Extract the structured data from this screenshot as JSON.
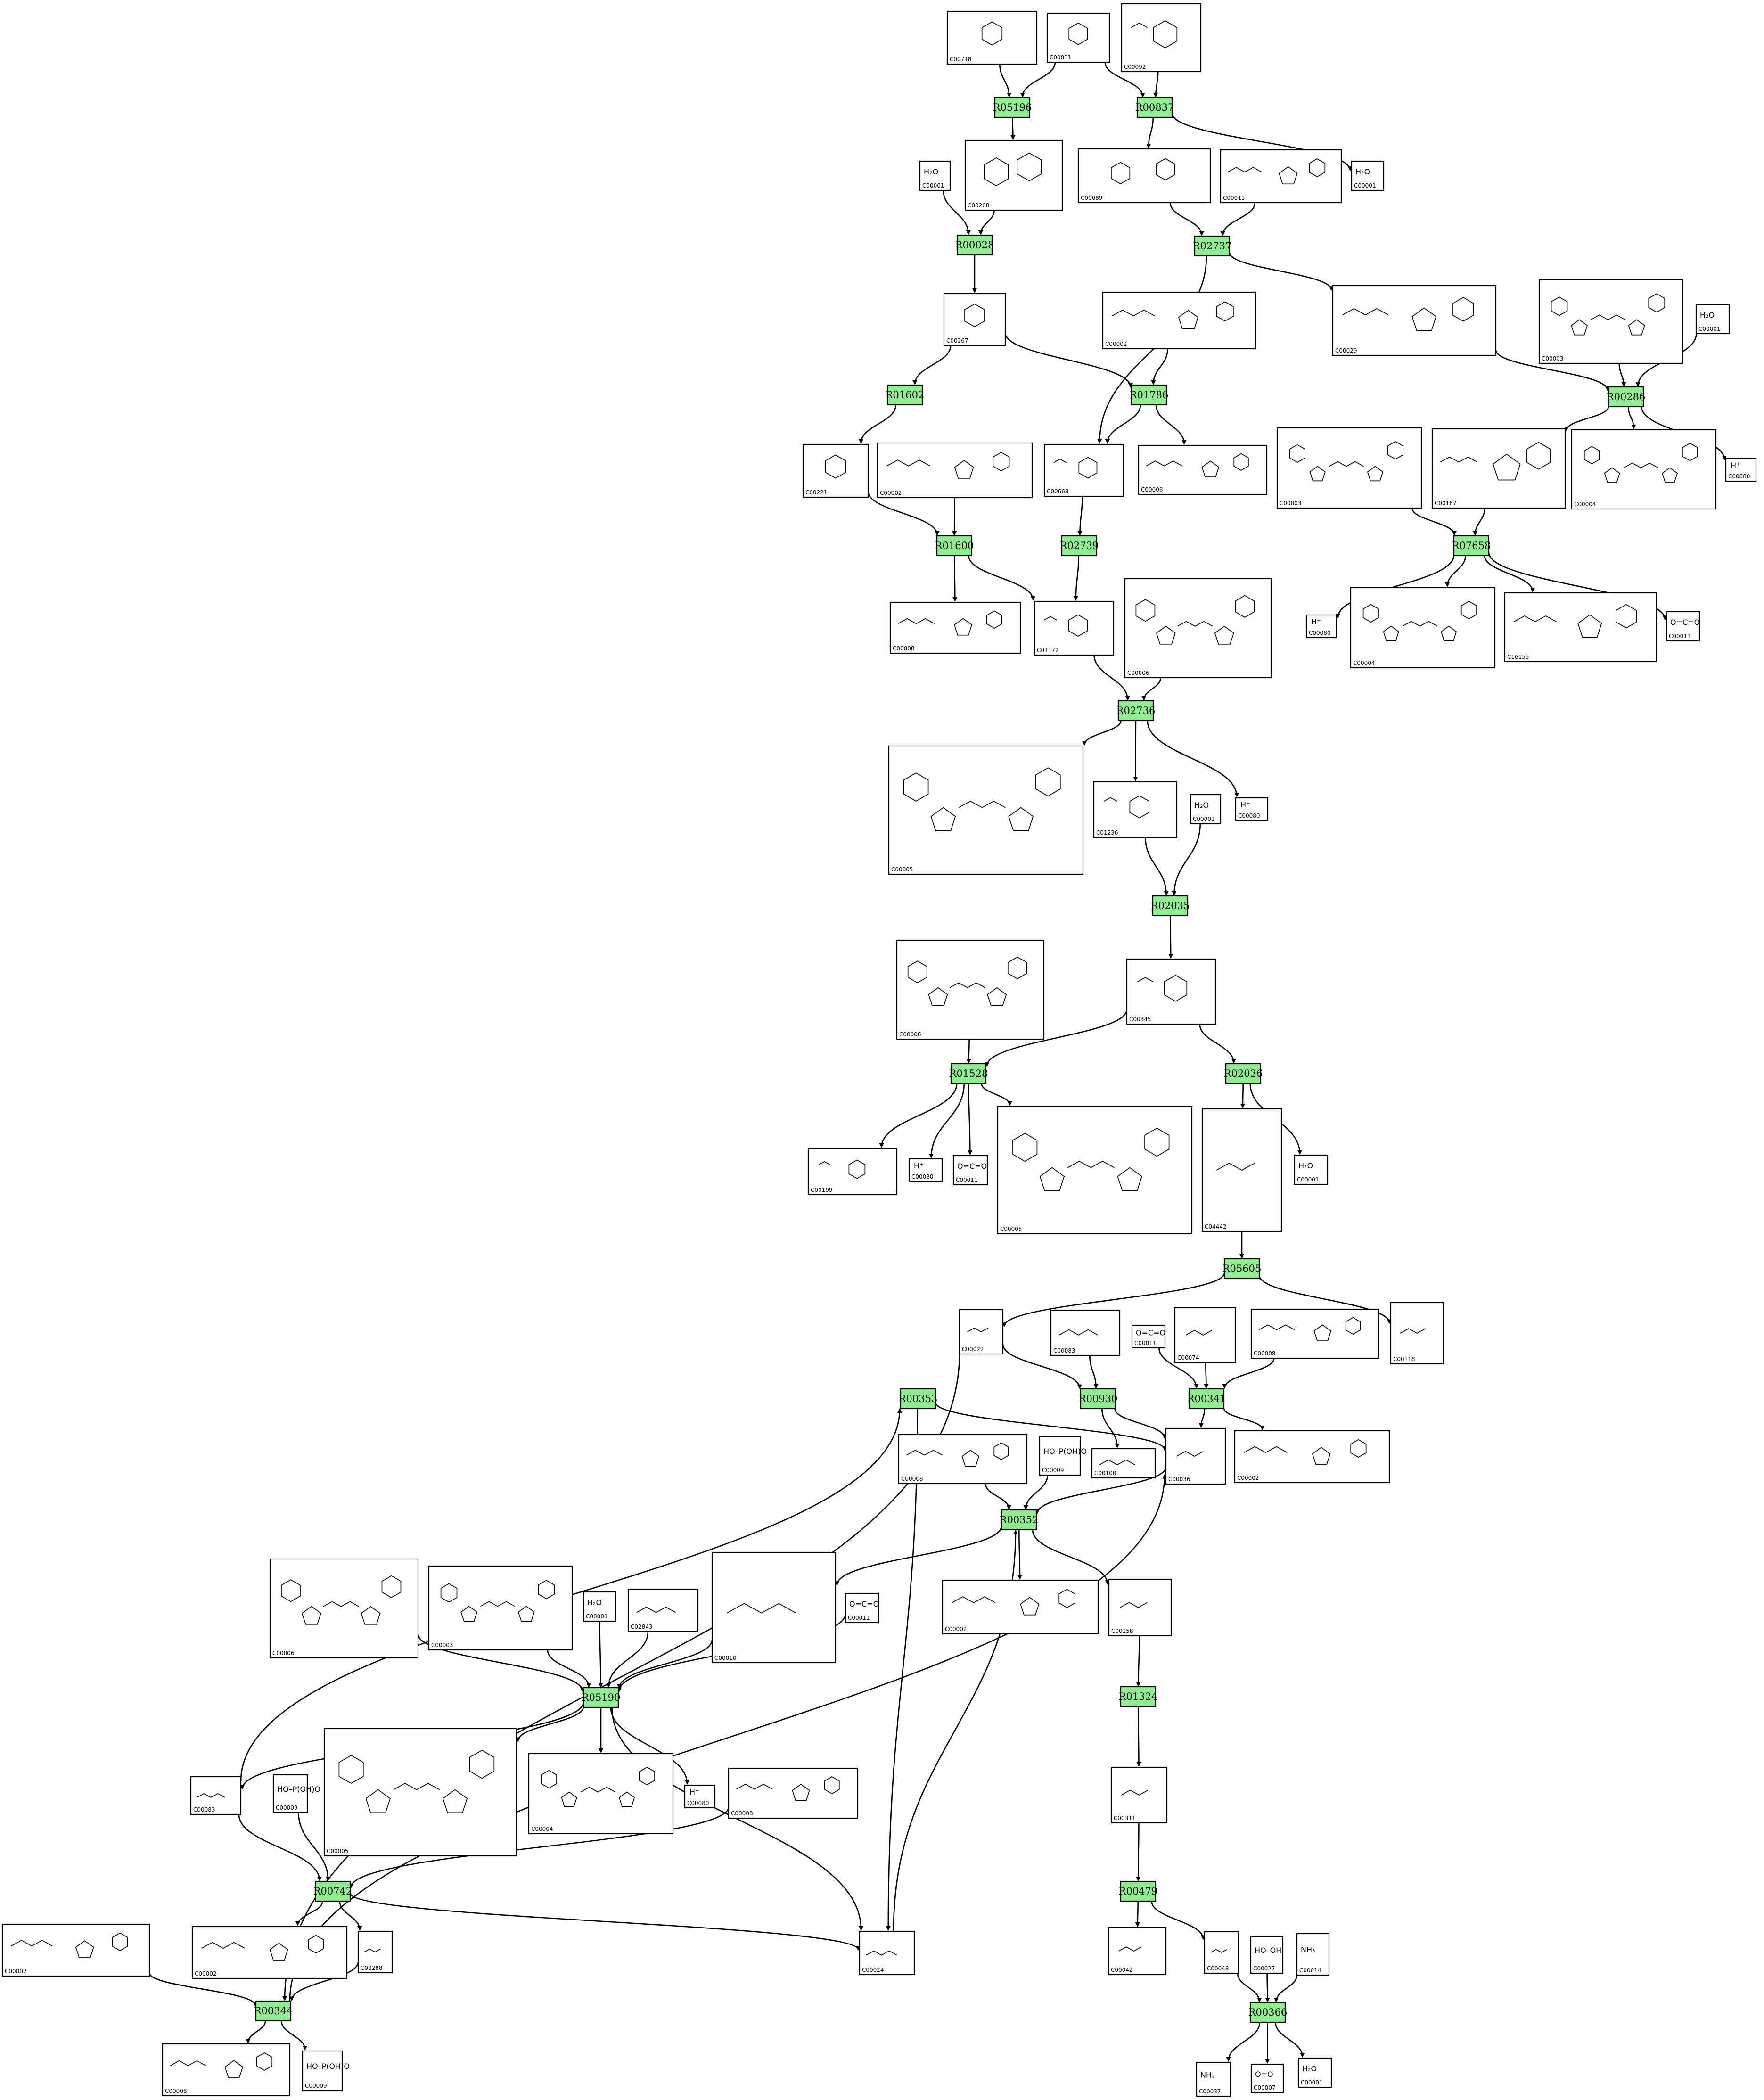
{
  "diagram": {
    "reactions": [
      {
        "id": "R05196",
        "label": "R05196"
      },
      {
        "id": "R00837",
        "label": "R00837"
      },
      {
        "id": "R00028",
        "label": "R00028"
      },
      {
        "id": "R02737",
        "label": "R02737"
      },
      {
        "id": "R01602",
        "label": "R01602"
      },
      {
        "id": "R01786",
        "label": "R01786"
      },
      {
        "id": "R00286",
        "label": "R00286"
      },
      {
        "id": "R01600",
        "label": "R01600"
      },
      {
        "id": "R02739",
        "label": "R02739"
      },
      {
        "id": "R07658",
        "label": "R07658"
      },
      {
        "id": "R02736",
        "label": "R02736"
      },
      {
        "id": "R02035",
        "label": "R02035"
      },
      {
        "id": "R01528",
        "label": "R01528"
      },
      {
        "id": "R02036",
        "label": "R02036"
      },
      {
        "id": "R05605",
        "label": "R05605"
      },
      {
        "id": "R00353",
        "label": "R00353"
      },
      {
        "id": "R00930",
        "label": "R00930"
      },
      {
        "id": "R00341",
        "label": "R00341"
      },
      {
        "id": "R00352",
        "label": "R00352"
      },
      {
        "id": "R05190",
        "label": "R05190"
      },
      {
        "id": "R01324",
        "label": "R01324"
      },
      {
        "id": "R00742",
        "label": "R00742"
      },
      {
        "id": "R00479",
        "label": "R00479"
      },
      {
        "id": "R00344",
        "label": "R00344"
      },
      {
        "id": "R00366",
        "label": "R00366"
      }
    ],
    "compounds": [
      {
        "id": "c1",
        "code": "C00718",
        "kind": "sugar"
      },
      {
        "id": "c2",
        "code": "C00031",
        "kind": "sugar"
      },
      {
        "id": "c3",
        "code": "C00092",
        "kind": "sugarp"
      },
      {
        "id": "c4",
        "code": "C00208",
        "kind": "disaccharide"
      },
      {
        "id": "c5",
        "code": "C00001",
        "kind": "water"
      },
      {
        "id": "c6",
        "code": "C00689",
        "kind": "disaccharide"
      },
      {
        "id": "c7",
        "code": "C00015",
        "kind": "nucleotide"
      },
      {
        "id": "c8",
        "code": "C00001",
        "kind": "water"
      },
      {
        "id": "c9",
        "code": "C00267",
        "kind": "sugar"
      },
      {
        "id": "c10",
        "code": "C00002",
        "kind": "nucleotide"
      },
      {
        "id": "c11",
        "code": "C00029",
        "kind": "nucleotide"
      },
      {
        "id": "c12",
        "code": "C00003",
        "kind": "cofactor"
      },
      {
        "id": "c13",
        "code": "C00001",
        "kind": "water"
      },
      {
        "id": "c14",
        "code": "C00221",
        "kind": "sugar"
      },
      {
        "id": "c15",
        "code": "C00002",
        "kind": "nucleotide"
      },
      {
        "id": "c16",
        "code": "C00668",
        "kind": "sugarp"
      },
      {
        "id": "c17",
        "code": "C00008",
        "kind": "nucleotide"
      },
      {
        "id": "c18",
        "code": "C00003",
        "kind": "cofactor"
      },
      {
        "id": "c19",
        "code": "C00167",
        "kind": "nucleotide"
      },
      {
        "id": "c20",
        "code": "C00004",
        "kind": "cofactor"
      },
      {
        "id": "c21",
        "code": "C00080",
        "kind": "proton",
        "formula": "H⁺"
      },
      {
        "id": "c22",
        "code": "C00008",
        "kind": "nucleotide"
      },
      {
        "id": "c23",
        "code": "C01172",
        "kind": "sugarp"
      },
      {
        "id": "c24",
        "code": "C00006",
        "kind": "cofactor"
      },
      {
        "id": "c25",
        "code": "C00080",
        "kind": "proton",
        "formula": "H⁺"
      },
      {
        "id": "c26",
        "code": "C00004",
        "kind": "cofactor"
      },
      {
        "id": "c27",
        "code": "C16155",
        "kind": "nucleotide"
      },
      {
        "id": "c28",
        "code": "C00011",
        "kind": "co2"
      },
      {
        "id": "c29",
        "code": "C00005",
        "kind": "cofactor"
      },
      {
        "id": "c30",
        "code": "C01236",
        "kind": "sugarp"
      },
      {
        "id": "c31",
        "code": "C00001",
        "kind": "water"
      },
      {
        "id": "c32",
        "code": "C00080",
        "kind": "proton",
        "formula": "H⁺"
      },
      {
        "id": "c33",
        "code": "C00006",
        "kind": "cofactor"
      },
      {
        "id": "c34",
        "code": "C00345",
        "kind": "sugarp"
      },
      {
        "id": "c35",
        "code": "C00199",
        "kind": "sugarp"
      },
      {
        "id": "c36",
        "code": "C00080",
        "kind": "proton",
        "formula": "H⁺"
      },
      {
        "id": "c37",
        "code": "C00011",
        "kind": "co2"
      },
      {
        "id": "c38",
        "code": "C00005",
        "kind": "cofactor"
      },
      {
        "id": "c39",
        "code": "C04442",
        "kind": "acid"
      },
      {
        "id": "c40",
        "code": "C00001",
        "kind": "water"
      },
      {
        "id": "c41",
        "code": "C00022",
        "kind": "acid"
      },
      {
        "id": "c42",
        "code": "C00083",
        "kind": "coa"
      },
      {
        "id": "c43",
        "code": "C00011",
        "kind": "co2"
      },
      {
        "id": "c44",
        "code": "C00074",
        "kind": "acid"
      },
      {
        "id": "c45",
        "code": "C00008",
        "kind": "nucleotide"
      },
      {
        "id": "c46",
        "code": "C00118",
        "kind": "acid"
      },
      {
        "id": "c47",
        "code": "C00008",
        "kind": "nucleotide"
      },
      {
        "id": "c48",
        "code": "C00009",
        "kind": "phosphate"
      },
      {
        "id": "c49",
        "code": "C00100",
        "kind": "coa"
      },
      {
        "id": "c50",
        "code": "C00036",
        "kind": "acid"
      },
      {
        "id": "c51",
        "code": "C00002",
        "kind": "nucleotide"
      },
      {
        "id": "c52",
        "code": "C00006",
        "kind": "cofactor"
      },
      {
        "id": "c53",
        "code": "C00003",
        "kind": "cofactor"
      },
      {
        "id": "c54",
        "code": "C00001",
        "kind": "water"
      },
      {
        "id": "c55",
        "code": "C02843",
        "kind": "coa"
      },
      {
        "id": "c56",
        "code": "C00010",
        "kind": "coa"
      },
      {
        "id": "c57",
        "code": "C00011",
        "kind": "co2"
      },
      {
        "id": "c58",
        "code": "C00002",
        "kind": "nucleotide"
      },
      {
        "id": "c59",
        "code": "C00158",
        "kind": "acid"
      },
      {
        "id": "c60",
        "code": "C00083",
        "kind": "coa"
      },
      {
        "id": "c61",
        "code": "C00009",
        "kind": "phosphate"
      },
      {
        "id": "c62",
        "code": "C00005",
        "kind": "cofactor"
      },
      {
        "id": "c63",
        "code": "C00004",
        "kind": "cofactor"
      },
      {
        "id": "c64",
        "code": "C00080",
        "kind": "proton",
        "formula": "H⁺"
      },
      {
        "id": "c65",
        "code": "C00008",
        "kind": "nucleotide"
      },
      {
        "id": "c66",
        "code": "C00311",
        "kind": "acid"
      },
      {
        "id": "c67",
        "code": "C00002",
        "kind": "nucleotide"
      },
      {
        "id": "c68",
        "code": "C00002",
        "kind": "nucleotide"
      },
      {
        "id": "c69",
        "code": "C00288",
        "kind": "acid"
      },
      {
        "id": "c70",
        "code": "C00024",
        "kind": "coa"
      },
      {
        "id": "c71",
        "code": "C00042",
        "kind": "acid"
      },
      {
        "id": "c72",
        "code": "C00048",
        "kind": "acid"
      },
      {
        "id": "c73",
        "code": "C00027",
        "kind": "peroxide"
      },
      {
        "id": "c74",
        "code": "C00014",
        "kind": "ammonia"
      },
      {
        "id": "c75",
        "code": "C00008",
        "kind": "nucleotide"
      },
      {
        "id": "c76",
        "code": "C00009",
        "kind": "phosphate"
      },
      {
        "id": "c77",
        "code": "C00037",
        "kind": "amide"
      },
      {
        "id": "c78",
        "code": "C00007",
        "kind": "o2"
      },
      {
        "id": "c79",
        "code": "C00001",
        "kind": "water"
      }
    ]
  }
}
